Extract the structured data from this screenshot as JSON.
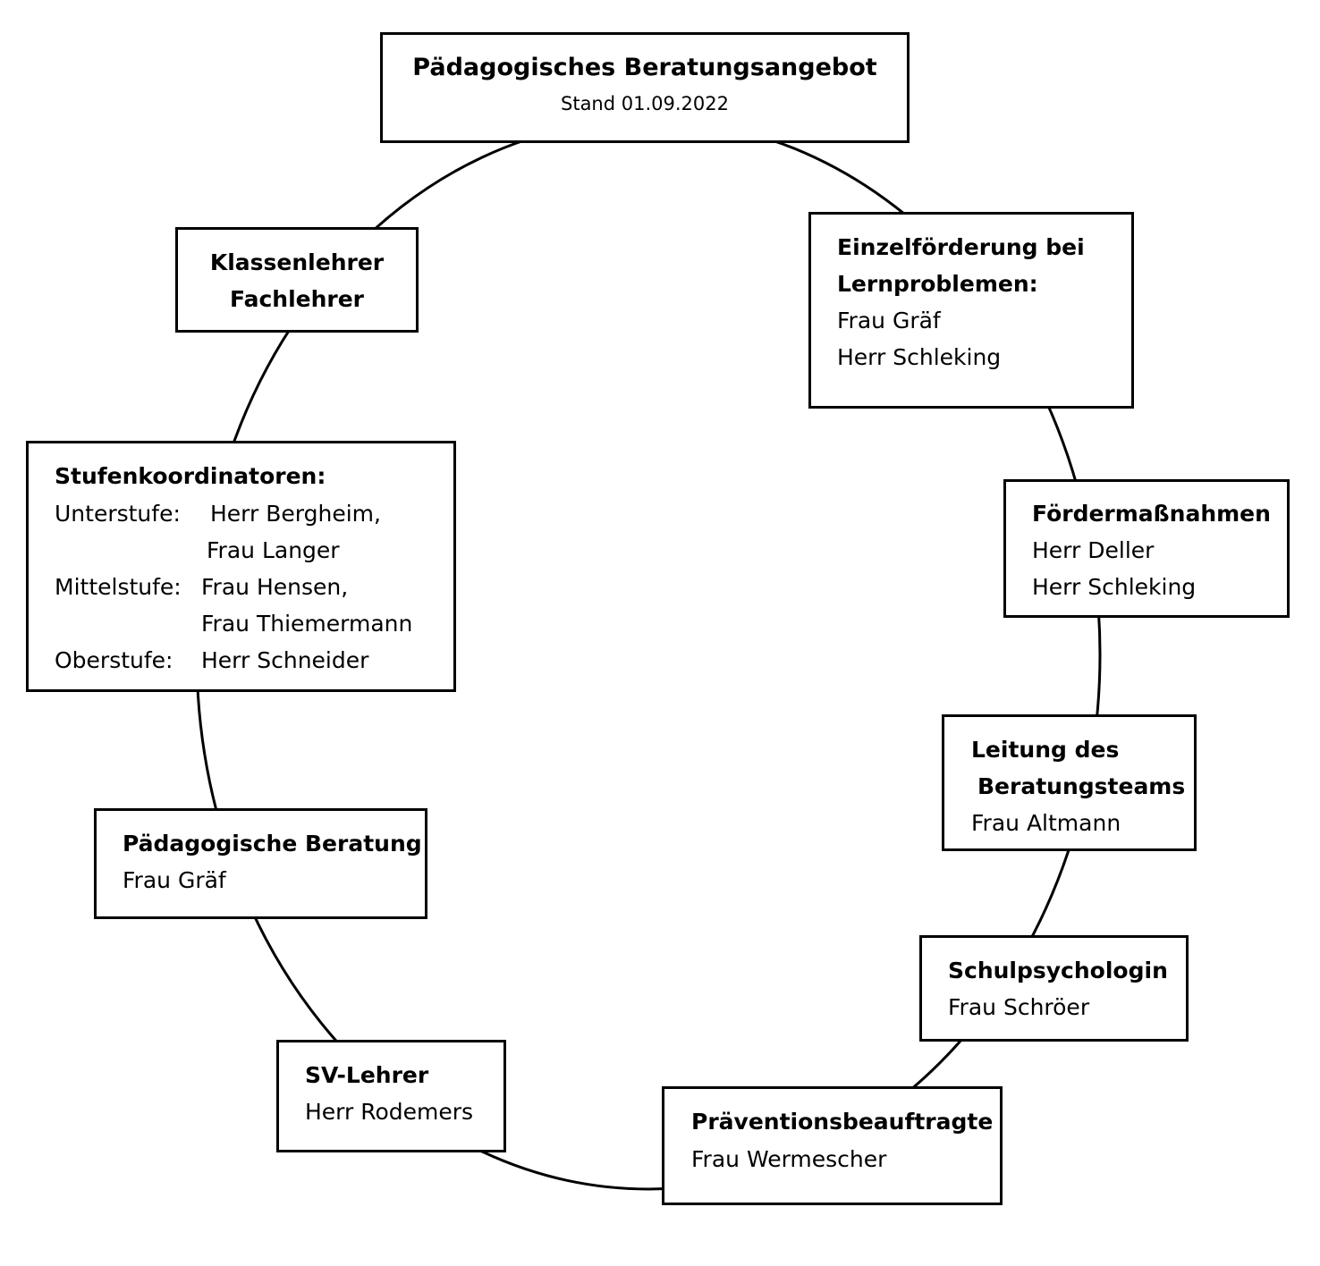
{
  "colors": {
    "stroke": "#000000",
    "background": "#ffffff"
  },
  "title": {
    "heading": "Pädagogisches Beratungsangebot",
    "date": "Stand 01.09.2022"
  },
  "nodes": {
    "klassenlehrer": {
      "line1": "Klassenlehrer",
      "line2": "Fachlehrer"
    },
    "einzelfoerderung": {
      "heading1": "Einzelförderung bei",
      "heading2": "Lernproblemen:",
      "person1": "Frau Gräf",
      "person2": "Herr Schleking"
    },
    "stufenkoordinatoren": {
      "heading": "Stufenkoordinatoren:",
      "unterstufe_label": "Unterstufe:",
      "unterstufe_person1": "Herr Bergheim,",
      "unterstufe_person2": "Frau Langer",
      "mittelstufe_label": "Mittelstufe:",
      "mittelstufe_person1": "Frau Hensen,",
      "mittelstufe_person2": "Frau Thiemermann",
      "oberstufe_label": "Oberstufe:",
      "oberstufe_person1": "Herr Schneider"
    },
    "foerdermassnahmen": {
      "heading": "Fördermaßnahmen",
      "person1": "Herr Deller",
      "person2": "Herr Schleking"
    },
    "leitung": {
      "heading1": "Leitung des",
      "heading2": "Beratungsteams",
      "person1": "Frau Altmann"
    },
    "paedagogische_beratung": {
      "heading": "Pädagogische Beratung",
      "person1": "Frau Gräf"
    },
    "schulpsychologin": {
      "heading": "Schulpsychologin",
      "person1": "Frau Schröer"
    },
    "sv_lehrer": {
      "heading": "SV-Lehrer",
      "person1": "Herr Rodemers"
    },
    "praevention": {
      "heading": "Präventionsbeauftragte",
      "person1": "Frau Wermescher"
    }
  }
}
